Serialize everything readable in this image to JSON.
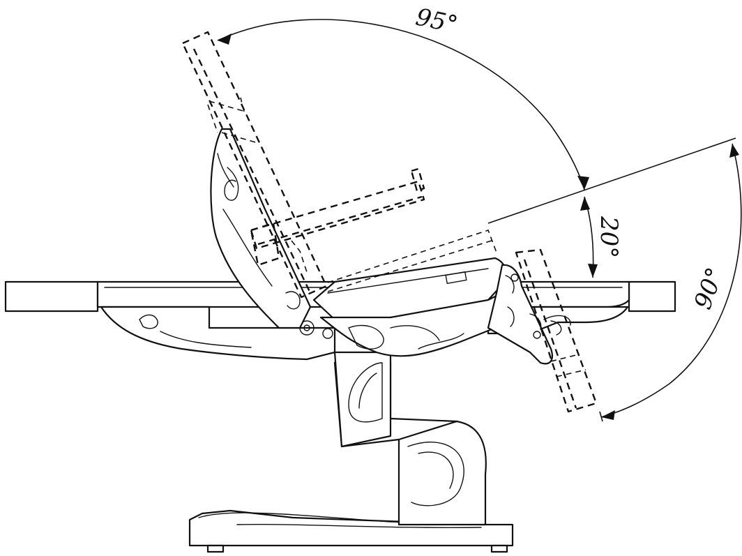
{
  "diagram": {
    "angle_labels": {
      "backrest_recline": "95°",
      "seat_tilt": "20°",
      "leg_rest": "90°"
    },
    "colors": {
      "line": "#111111",
      "background": "#ffffff"
    }
  }
}
